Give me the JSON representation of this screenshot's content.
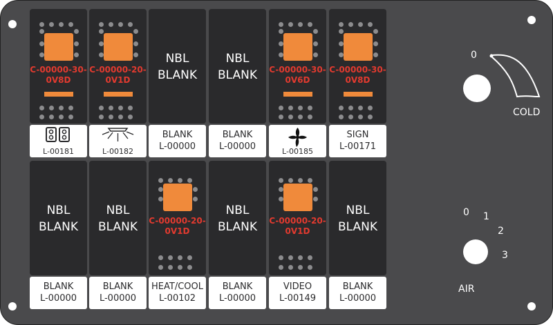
{
  "panel": {
    "colors": {
      "panel": "#4a4a4c",
      "switch": "#2a2a2c",
      "accent": "#f08a3b",
      "code": "#e23a2f",
      "label_bg": "#ffffff"
    }
  },
  "top_row": [
    {
      "type": "lit",
      "code": "C-00000-30-\n0V8D",
      "label_line1": "",
      "label_line2": "L-00181",
      "icon": "double-seat-icon"
    },
    {
      "type": "lit",
      "code": "C-00000-20-\n0V1D",
      "label_line1": "",
      "label_line2": "L-00182",
      "icon": "light-icon"
    },
    {
      "type": "blank",
      "nbl1": "NBL",
      "nbl2": "BLANK",
      "label_line1": "BLANK",
      "label_line2": "L-00000"
    },
    {
      "type": "blank",
      "nbl1": "NBL",
      "nbl2": "BLANK",
      "label_line1": "BLANK",
      "label_line2": "L-00000"
    },
    {
      "type": "lit",
      "code": "C-00000-30-\n0V6D",
      "label_line1": "",
      "label_line2": "L-00185",
      "icon": "fan-icon"
    },
    {
      "type": "lit",
      "code": "C-00000-30-\n0V8D",
      "label_line1": "SIGN",
      "label_line2": "L-00171"
    }
  ],
  "bottom_row": [
    {
      "type": "blank",
      "nbl1": "NBL",
      "nbl2": "BLANK",
      "label_line1": "BLANK",
      "label_line2": "L-00000"
    },
    {
      "type": "blank",
      "nbl1": "NBL",
      "nbl2": "BLANK",
      "label_line1": "BLANK",
      "label_line2": "L-00000"
    },
    {
      "type": "lit",
      "code": "C-00000-20-\n0V1D",
      "label_line1": "HEAT/COOL",
      "label_line2": "L-00102"
    },
    {
      "type": "blank",
      "nbl1": "NBL",
      "nbl2": "BLANK",
      "label_line1": "BLANK",
      "label_line2": "L-00000"
    },
    {
      "type": "lit",
      "code": "C-00000-20-\n0V1D",
      "label_line1": "VIDEO",
      "label_line2": "L-00149"
    },
    {
      "type": "blank",
      "nbl1": "NBL",
      "nbl2": "BLANK",
      "label_line1": "BLANK",
      "label_line2": "L-00000"
    }
  ],
  "temp_knob": {
    "zero": "0",
    "cold": "COLD"
  },
  "air_knob": {
    "n0": "0",
    "n1": "1",
    "n2": "2",
    "n3": "3",
    "label": "AIR"
  }
}
